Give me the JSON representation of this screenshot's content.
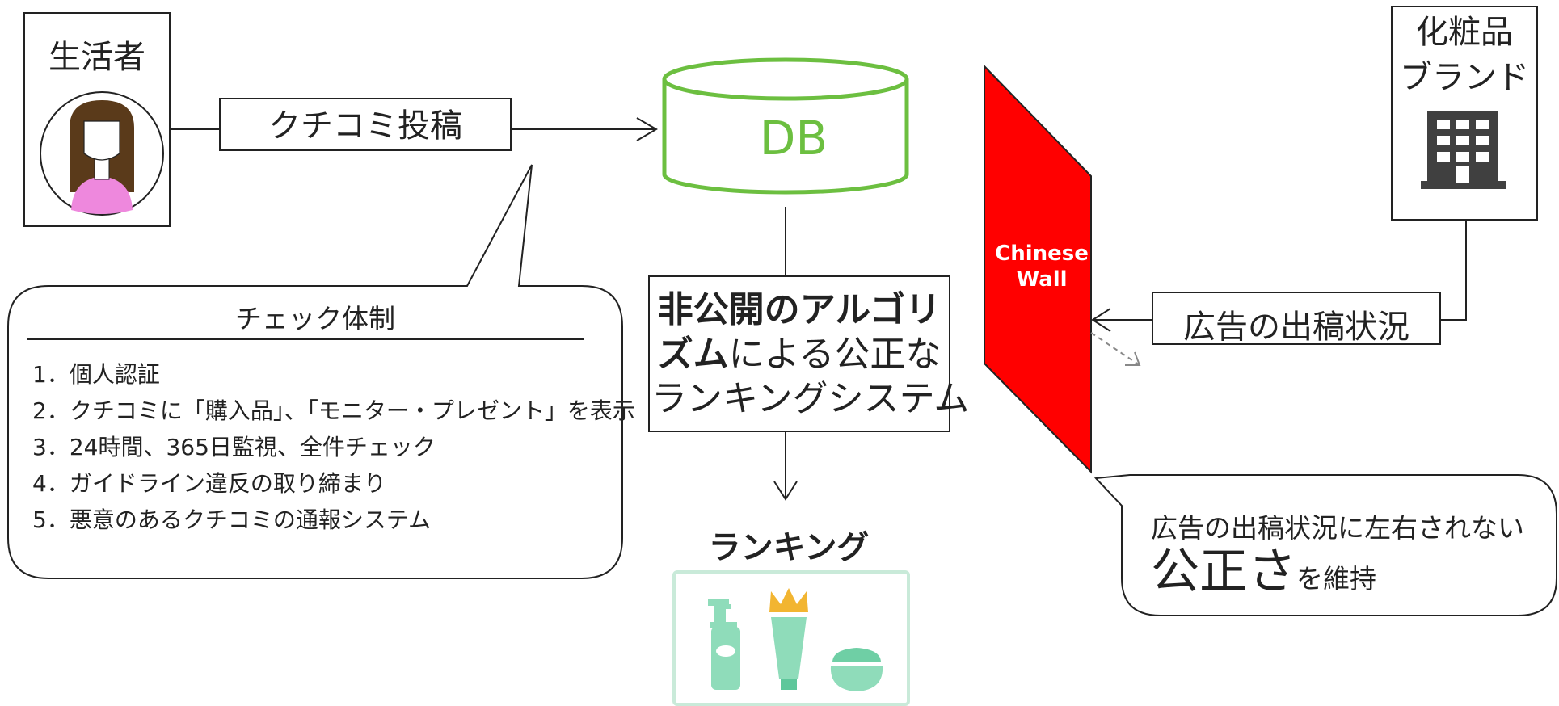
{
  "consumer": {
    "label": "生活者"
  },
  "post": {
    "label": "クチコミ投稿"
  },
  "db": {
    "label": "DB"
  },
  "brand": {
    "line1": "化粧品",
    "line2": "ブランド"
  },
  "check_system": {
    "title": "チェック体制",
    "items": [
      "1．個人認証",
      "2．クチコミに「購入品」、「モニター・プレゼント」を表示",
      "3．24時間、365日監視、全件チェック",
      "4．ガイドライン違反の取り締まり",
      "5．悪意のあるクチコミの通報システム"
    ]
  },
  "algorithm": {
    "bold": "非公開のアルゴリズム",
    "rest": "による公正なランキングシステム",
    "line1": "非公開のアルゴリ",
    "line2_bold": "ズム",
    "line2_rest": "による公正な",
    "line3": "ランキングシステム"
  },
  "wall": {
    "line1": "Chinese",
    "line2": "Wall"
  },
  "ad_status": {
    "label": "広告の出稿状況"
  },
  "fairness": {
    "line1": "広告の出稿状況に左右されない",
    "big": "公正さ",
    "small": "を維持"
  },
  "ranking": {
    "label": "ランキング"
  },
  "colors": {
    "db_green": "#6cbf40",
    "wall_red": "#ff0000",
    "product_green": "#8fdcba",
    "crown_gold": "#f2b531",
    "hair_brown": "#5a3a1a",
    "shirt_pink": "#ee88dd",
    "building_gray": "#404040"
  }
}
